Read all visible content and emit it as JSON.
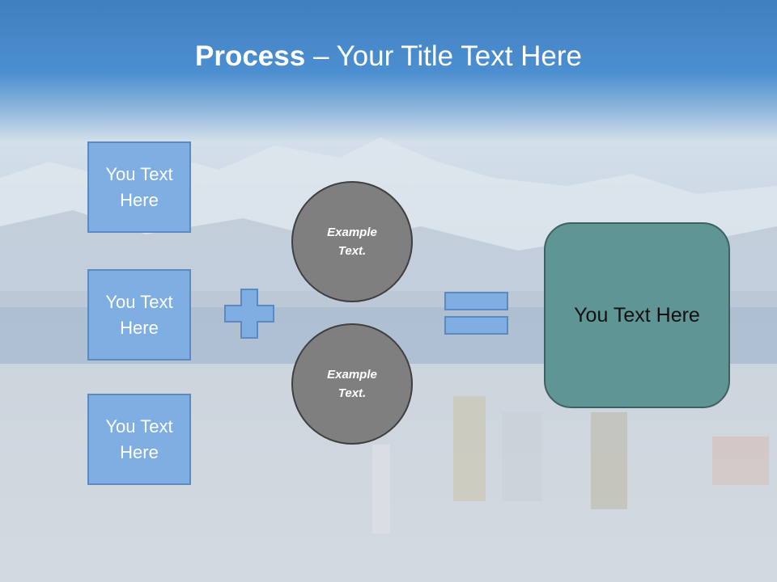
{
  "title": {
    "bold": "Process",
    "rest": " – Your Title Text Here"
  },
  "left_boxes": [
    {
      "label": "You Text Here"
    },
    {
      "label": "You Text Here"
    },
    {
      "label": "You Text Here"
    }
  ],
  "circles": [
    {
      "label": "Example Text."
    },
    {
      "label": "Example Text."
    }
  ],
  "result": {
    "label": "You Text Here"
  },
  "operators": {
    "plus": "plus-icon",
    "equals": "equals-icon"
  },
  "colors": {
    "header_blue": "#4c8fd0",
    "box_fill": "#7eaee2",
    "circle_fill": "#7f7f7f",
    "result_fill": "#5f9594"
  }
}
